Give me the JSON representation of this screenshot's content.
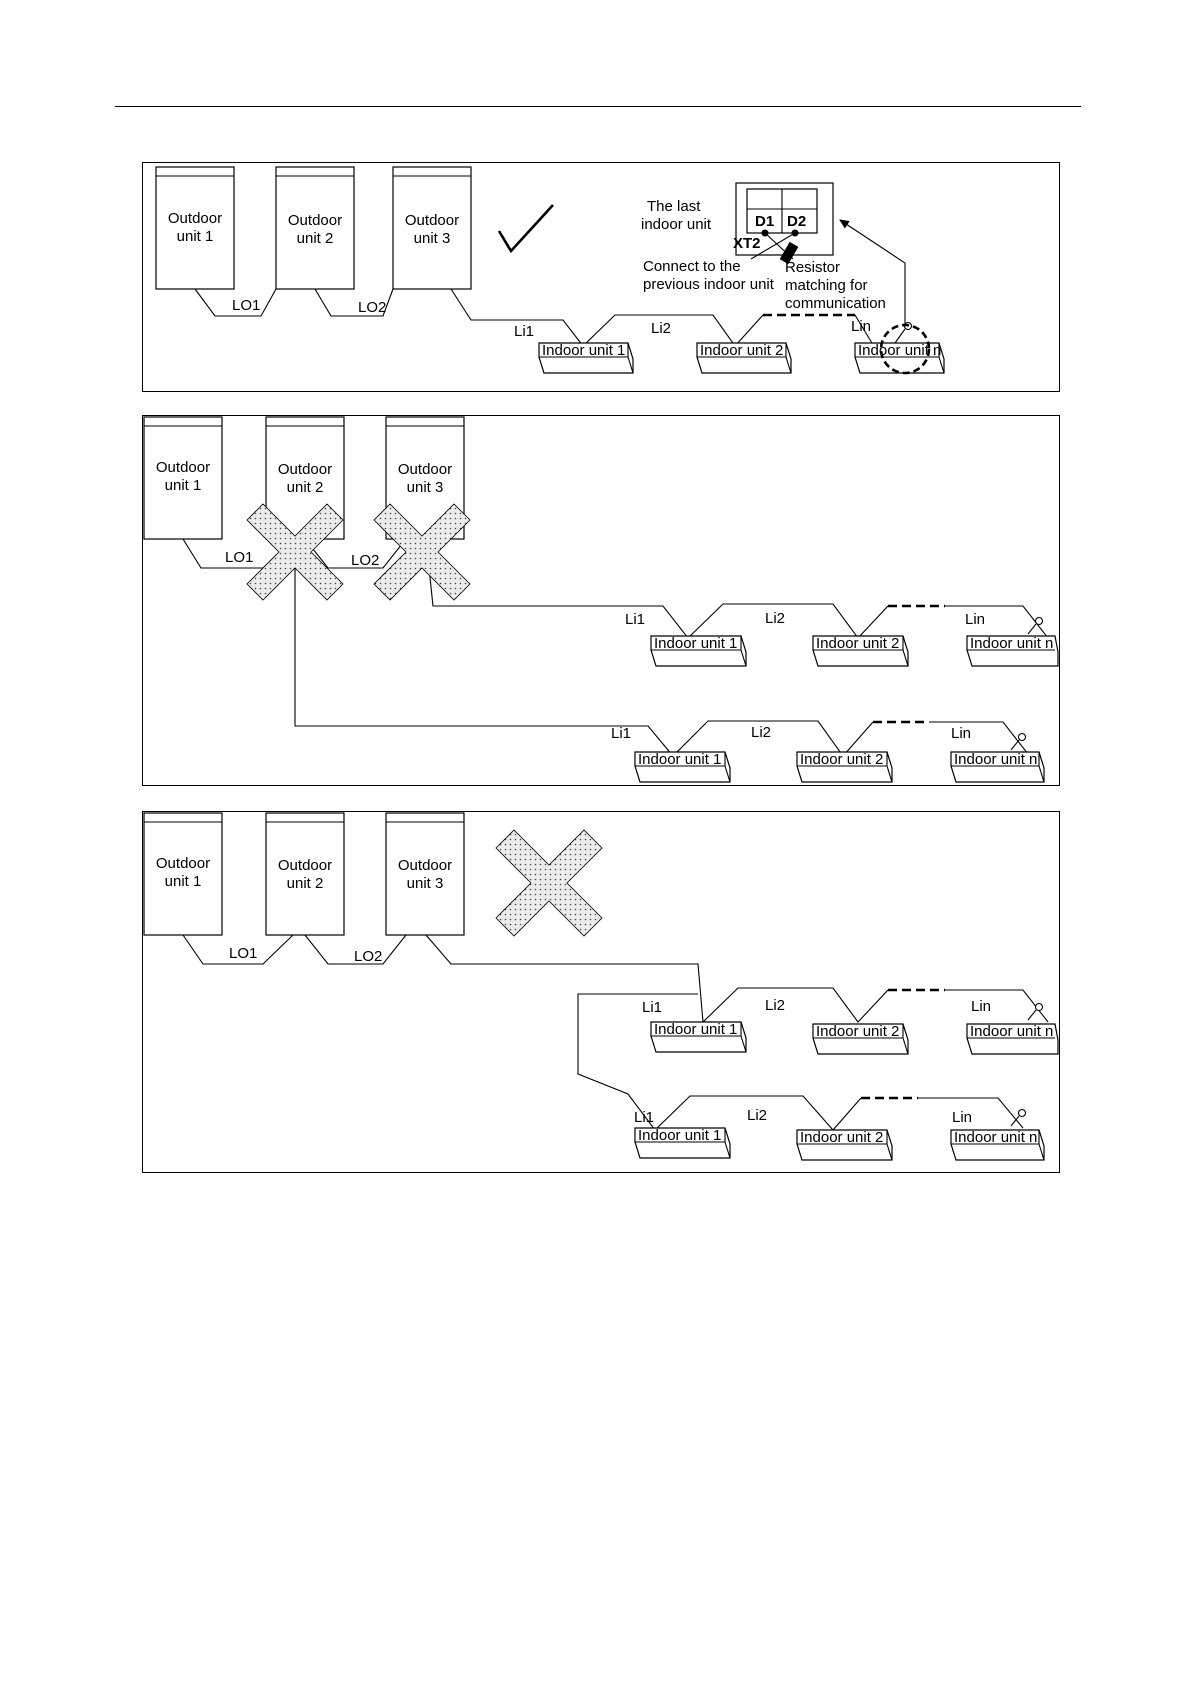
{
  "panel_top": {
    "outdoor_units": [
      {
        "line1": "Outdoor",
        "line2": "unit 1"
      },
      {
        "line1": "Outdoor",
        "line2": "unit 2"
      },
      {
        "line1": "Outdoor",
        "line2": "unit 3"
      }
    ],
    "outdoor_links": [
      "LO1",
      "LO2"
    ],
    "indoor_links": [
      "Li1",
      "Li2",
      "Lin"
    ],
    "indoor_units": [
      "Indoor unit 1",
      "Indoor unit 2",
      "Indoor unit n"
    ],
    "verdict_icon": "check-mark-icon",
    "callout": {
      "last_unit_line1": "The last",
      "last_unit_line2": "indoor unit",
      "terminal_d1": "D1",
      "terminal_d2": "D2",
      "terminal_block": "XT2",
      "connect_line1": "Connect to the",
      "connect_line2": "previous indoor unit",
      "resistor_line1": "Resistor",
      "resistor_line2": "matching for",
      "resistor_line3": "communication"
    }
  },
  "panel_middle": {
    "outdoor_units": [
      {
        "line1": "Outdoor",
        "line2": "unit 1"
      },
      {
        "line1": "Outdoor",
        "line2": "unit 2"
      },
      {
        "line1": "Outdoor",
        "line2": "unit 3"
      }
    ],
    "outdoor_links": [
      "LO1",
      "LO2"
    ],
    "upper_branch": {
      "links": [
        "Li1",
        "Li2",
        "Lin"
      ],
      "units": [
        "Indoor unit 1",
        "Indoor unit 2",
        "Indoor unit n"
      ]
    },
    "lower_branch": {
      "links": [
        "Li1",
        "Li2",
        "Lin"
      ],
      "units": [
        "Indoor unit 1",
        "Indoor unit 2",
        "Indoor unit n"
      ]
    },
    "verdict_icon": "cross-mark-icon"
  },
  "panel_bottom": {
    "outdoor_units": [
      {
        "line1": "Outdoor",
        "line2": "unit 1"
      },
      {
        "line1": "Outdoor",
        "line2": "unit 2"
      },
      {
        "line1": "Outdoor",
        "line2": "unit 3"
      }
    ],
    "outdoor_links": [
      "LO1",
      "LO2"
    ],
    "upper_branch": {
      "links": [
        "Li1",
        "Li2",
        "Lin"
      ],
      "units": [
        "Indoor unit 1",
        "Indoor unit 2",
        "Indoor unit n"
      ]
    },
    "lower_branch": {
      "links": [
        "Li1",
        "Li2",
        "Lin"
      ],
      "units": [
        "Indoor unit 1",
        "Indoor unit 2",
        "Indoor unit n"
      ]
    },
    "verdict_icon": "cross-mark-icon"
  }
}
